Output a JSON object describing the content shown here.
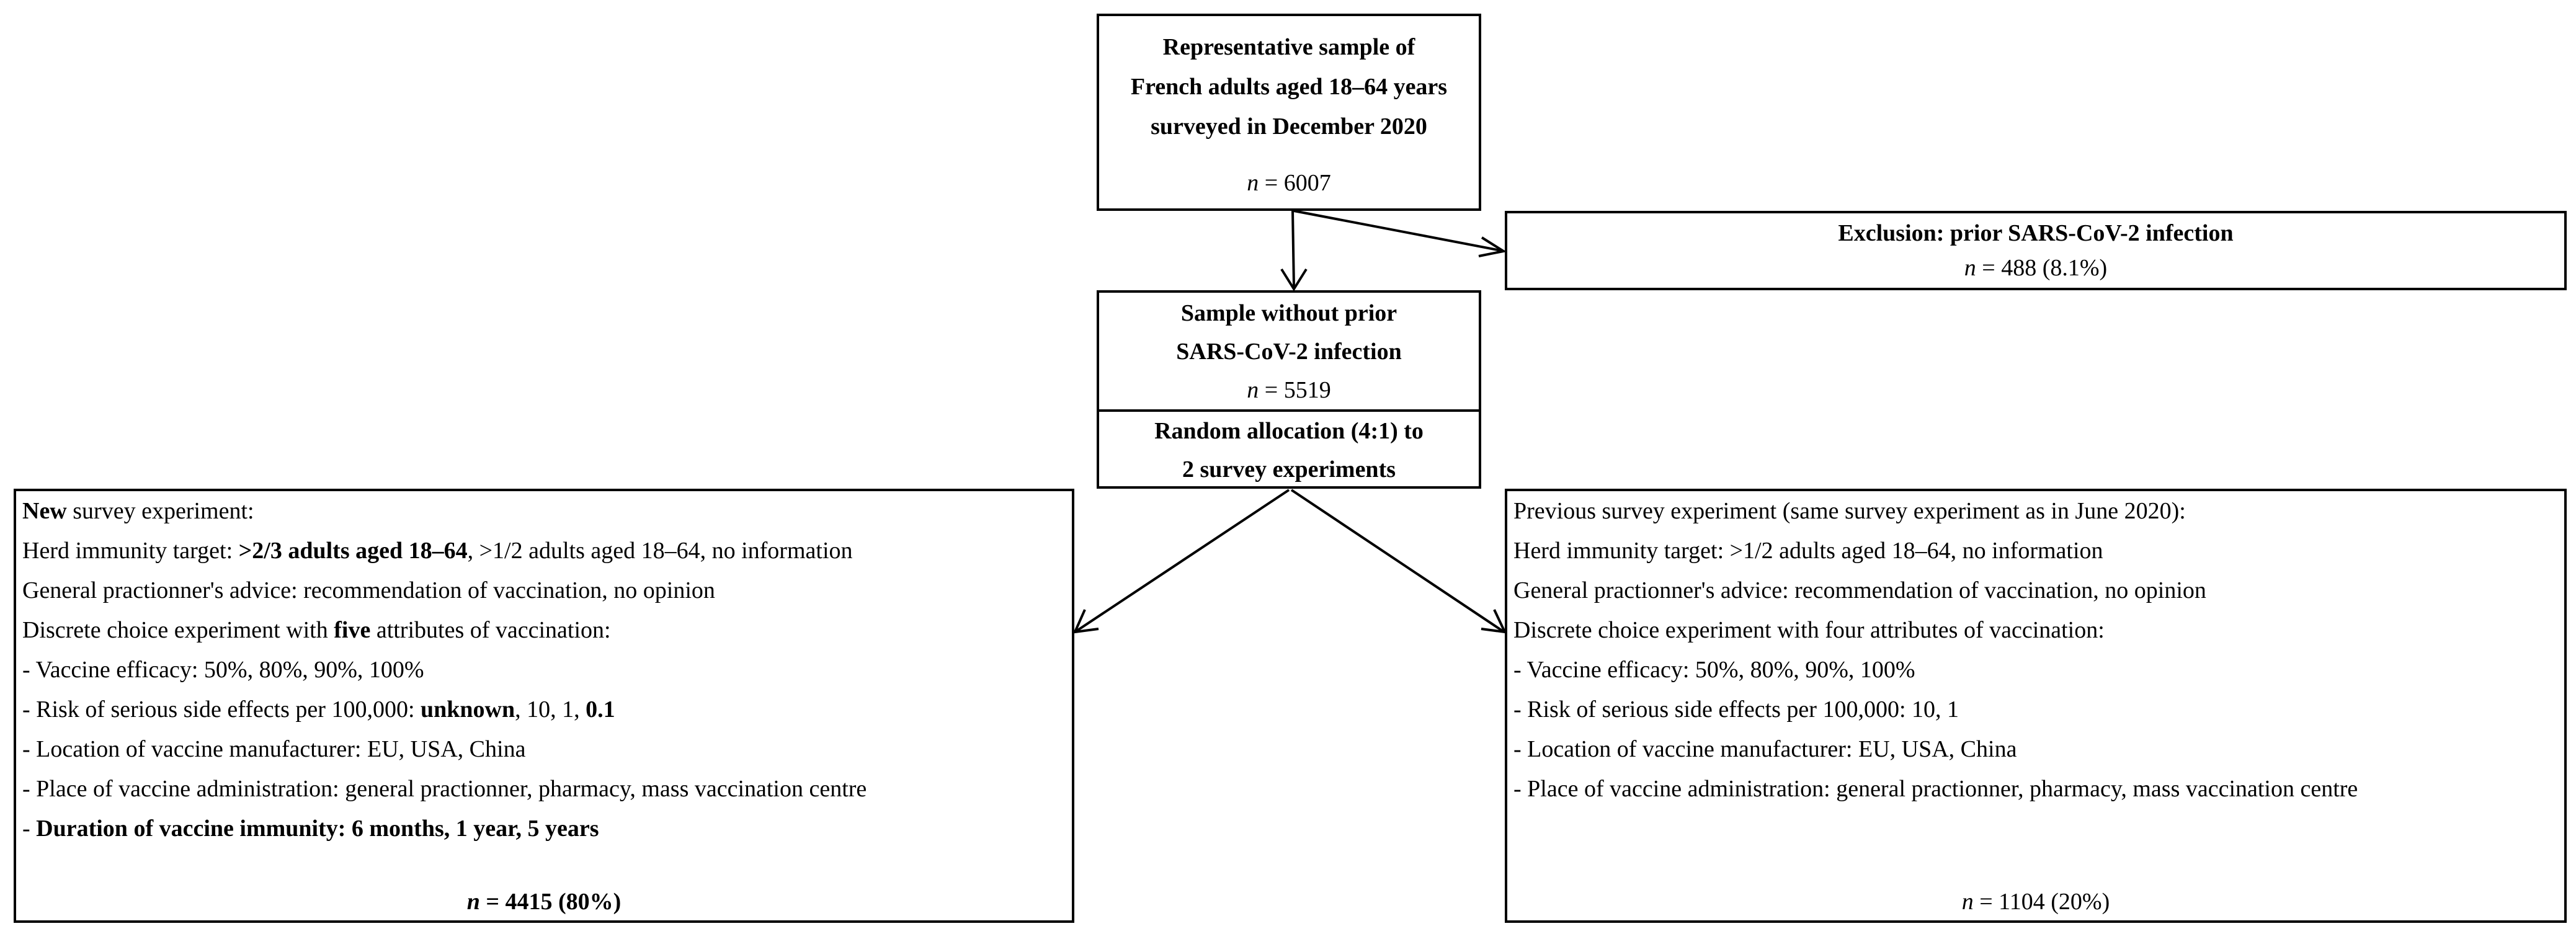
{
  "top_box": {
    "line1": "Representative sample of",
    "line2": "French adults aged 18–64 years",
    "line3": "surveyed in December 2020",
    "n_label": "n",
    "n_value": " = 6007"
  },
  "exclusion_box": {
    "title": "Exclusion: prior SARS-CoV-2 infection",
    "n_label": "n",
    "n_value": " = 488 (8.1%)"
  },
  "sample_box": {
    "line1": "Sample without prior",
    "line2": "SARS-CoV-2 infection",
    "n_label": "n",
    "n_value": " = 5519"
  },
  "random_box": {
    "line1": "Random allocation (4:1) to",
    "line2": "2 survey experiments"
  },
  "new_box": {
    "title_bold": "New",
    "title_rest": " survey experiment:",
    "herd_prefix": "Herd immunity target: ",
    "herd_bold": ">2/3 adults aged 18–64",
    "herd_rest": ", >1/2 adults aged 18–64, no information",
    "gp_advice": "General practionner's advice: recommendation of vaccination, no opinion",
    "dce_prefix": "Discrete choice experiment with ",
    "dce_bold": "five",
    "dce_rest": " attributes of vaccination:",
    "efficacy": "- Vaccine efficacy: 50%, 80%, 90%, 100%",
    "risk_prefix": "- Risk of serious side effects per 100,000: ",
    "risk_bold1": "unknown",
    "risk_mid": ", 10, 1, ",
    "risk_bold2": "0.1",
    "location": "- Location of vaccine manufacturer: EU, USA, China",
    "place": "- Place of vaccine administration: general practionner, pharmacy, mass vaccination centre",
    "duration_prefix": "- ",
    "duration_bold": "Duration of vaccine immunity: 6 months, 1 year, 5 years",
    "n_label": "n",
    "n_value": " = 4415 (80%)"
  },
  "prev_box": {
    "title": "Previous survey experiment (same survey experiment as in June 2020):",
    "herd": "Herd immunity target: >1/2 adults aged 18–64, no information",
    "gp_advice": "General practionner's advice: recommendation of vaccination, no opinion",
    "dce": "Discrete choice experiment with four attributes of vaccination:",
    "efficacy": "- Vaccine efficacy: 50%, 80%, 90%, 100%",
    "risk": "- Risk of serious side effects per 100,000: 10, 1",
    "location": "- Location of vaccine manufacturer: EU, USA, China",
    "place": "- Place of vaccine administration: general practionner, pharmacy, mass vaccination centre",
    "n_label": "n",
    "n_value": " = 1104 (20%)"
  }
}
